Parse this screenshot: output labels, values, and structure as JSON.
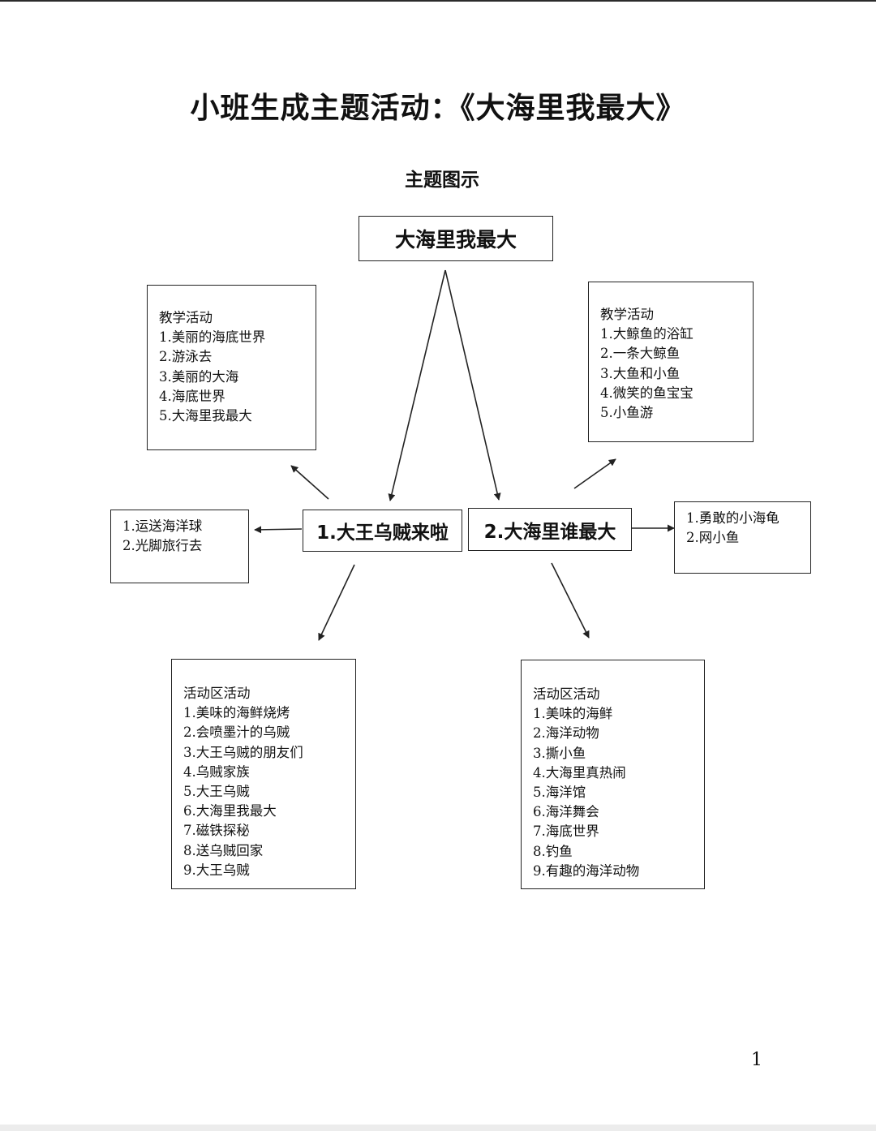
{
  "title": "小班生成主题活动：《大海里我最大》",
  "subtitle": "主题图示",
  "root": "大海里我最大",
  "branch_left": "1.大王乌贼来啦",
  "branch_right": "2.大海里谁最大",
  "teaching_left": {
    "heading": "教学活动",
    "items": [
      "1.美丽的海底世界",
      "2.游泳去",
      "3.美丽的大海",
      "4.海底世界",
      "5.大海里我最大"
    ]
  },
  "teaching_right": {
    "heading": "教学活动",
    "items": [
      "1.大鲸鱼的浴缸",
      "2.一条大鲸鱼",
      "3.大鱼和小鱼",
      "4.微笑的鱼宝宝",
      "5.小鱼游"
    ]
  },
  "side_left": {
    "items": [
      "1.运送海洋球",
      "2.光脚旅行去"
    ]
  },
  "side_right": {
    "items": [
      "1.勇敢的小海龟",
      "2.网小鱼"
    ]
  },
  "area_left": {
    "heading": "活动区活动",
    "items": [
      "1.美味的海鲜烧烤",
      "2.会喷墨汁的乌贼",
      "3.大王乌贼的朋友们",
      "4.乌贼家族",
      "5.大王乌贼",
      "6.大海里我最大",
      "7.磁铁探秘",
      "8.送乌贼回家",
      "9.大王乌贼"
    ]
  },
  "area_right": {
    "heading": "活动区活动",
    "items": [
      "1.美味的海鲜",
      "2.海洋动物",
      "3.撕小鱼",
      "4.大海里真热闹",
      "5.海洋馆",
      "6.海洋舞会",
      "7.海底世界",
      "8.钓鱼",
      "9.有趣的海洋动物"
    ]
  },
  "page_number": "1",
  "colors": {
    "line": "#222222",
    "background": "#ffffff"
  }
}
